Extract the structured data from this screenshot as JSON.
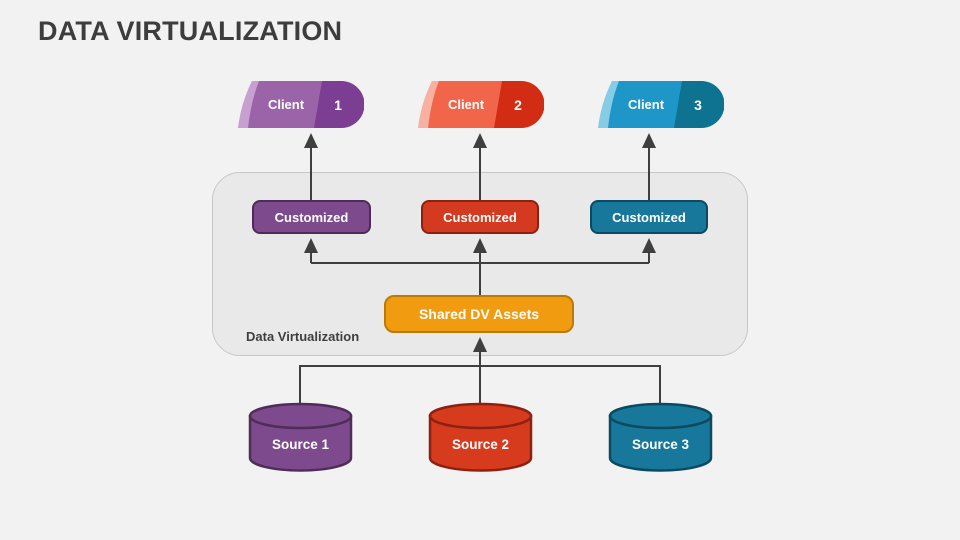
{
  "title": "DATA VIRTUALIZATION",
  "clients": [
    {
      "label": "Client",
      "number": "1",
      "color": "#9C64A8"
    },
    {
      "label": "Client",
      "number": "2",
      "color": "#F1664A"
    },
    {
      "label": "Client",
      "number": "3",
      "color": "#1E96C8"
    }
  ],
  "virtualization_layer": {
    "label": "Data Virtualization",
    "customized": [
      {
        "label": "Customized",
        "color": "#7E4A8E"
      },
      {
        "label": "Customized",
        "color": "#D43A20"
      },
      {
        "label": "Customized",
        "color": "#17789C"
      }
    ],
    "shared": {
      "label": "Shared DV Assets",
      "color": "#F09B10"
    }
  },
  "sources": [
    {
      "label": "Source 1",
      "color": "#7D4A8D"
    },
    {
      "label": "Source 2",
      "color": "#D63B1E"
    },
    {
      "label": "Source 3",
      "color": "#17789B"
    }
  ],
  "palette": {
    "background": "#F2F2F2",
    "panel_fill": "#E9E9E9",
    "panel_border": "#C7C7C7",
    "connector": "#3F3F3F",
    "title_text": "#3D3D3D"
  }
}
